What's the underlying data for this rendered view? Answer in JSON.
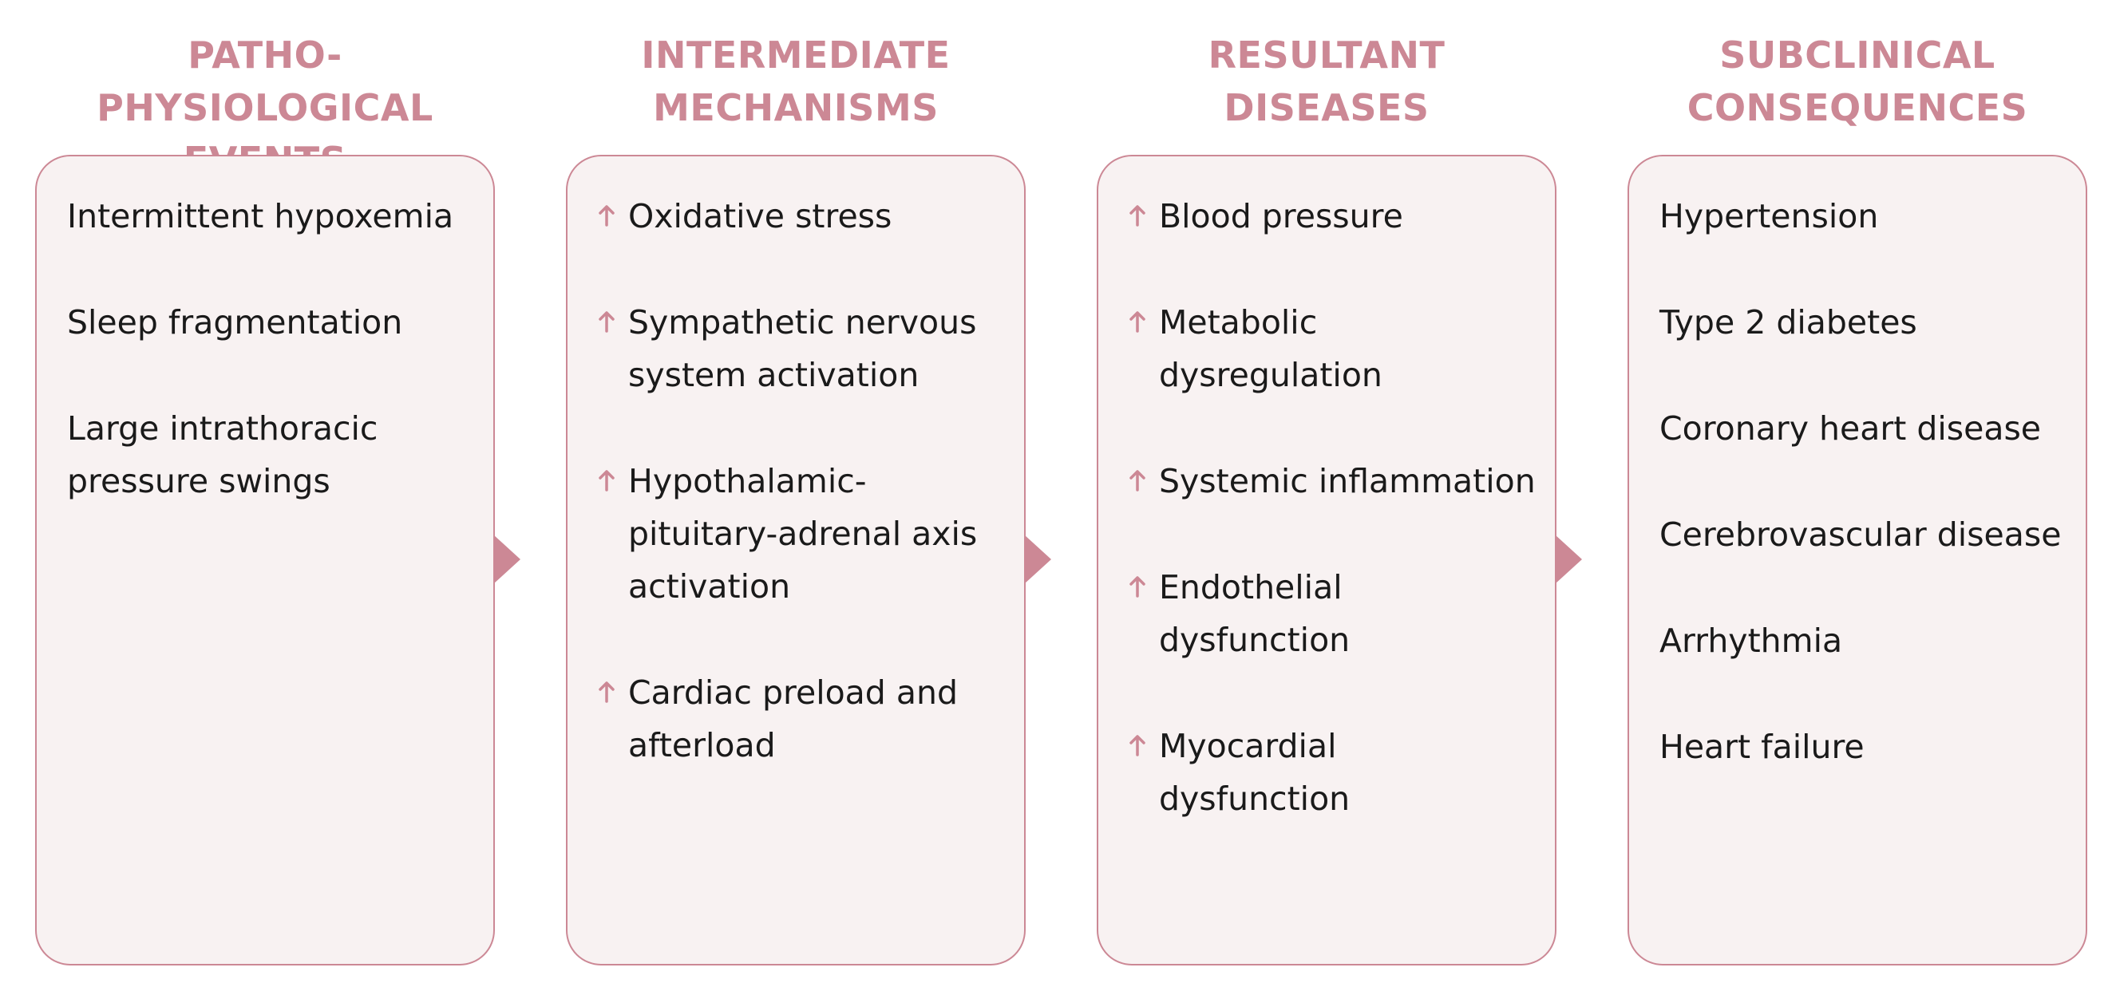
{
  "colors": {
    "accent": "#cc8895",
    "box_fill": "#f8f2f2",
    "text": "#1a1a1a"
  },
  "columns": [
    {
      "heading": [
        "PATHO-PHYSIOLOGICAL",
        "EVENTS"
      ],
      "has_arrows": false,
      "items": [
        [
          "Intermittent hypoxemia"
        ],
        [
          "Sleep fragmentation"
        ],
        [
          "Large intrathoracic",
          "pressure swings"
        ]
      ]
    },
    {
      "heading": [
        "INTERMEDIATE",
        "MECHANISMS"
      ],
      "has_arrows": true,
      "arrow_icon": "up-arrow-icon",
      "items": [
        [
          "Oxidative stress"
        ],
        [
          "Sympathetic nervous",
          "system activation"
        ],
        [
          "Hypothalamic-",
          "pituitary-adrenal axis",
          "activation"
        ],
        [
          "Cardiac preload and",
          "afterload"
        ]
      ]
    },
    {
      "heading": [
        "RESULTANT",
        "DISEASES"
      ],
      "has_arrows": true,
      "arrow_icon": "up-arrow-icon",
      "items": [
        [
          "Blood pressure"
        ],
        [
          "Metabolic",
          "dysregulation"
        ],
        [
          "Systemic inflammation"
        ],
        [
          "Endothelial",
          "dysfunction"
        ],
        [
          "Myocardial",
          "dysfunction"
        ]
      ]
    },
    {
      "heading": [
        "SUBCLINICAL",
        "CONSEQUENCES"
      ],
      "has_arrows": false,
      "items": [
        [
          "Hypertension"
        ],
        [
          "Type 2 diabetes"
        ],
        [
          "Coronary heart disease"
        ],
        [
          "Cerebrovascular disease"
        ],
        [
          "Arrhythmia"
        ],
        [
          "Heart failure"
        ]
      ]
    }
  ],
  "connector_icon": "chevron-right-icon"
}
